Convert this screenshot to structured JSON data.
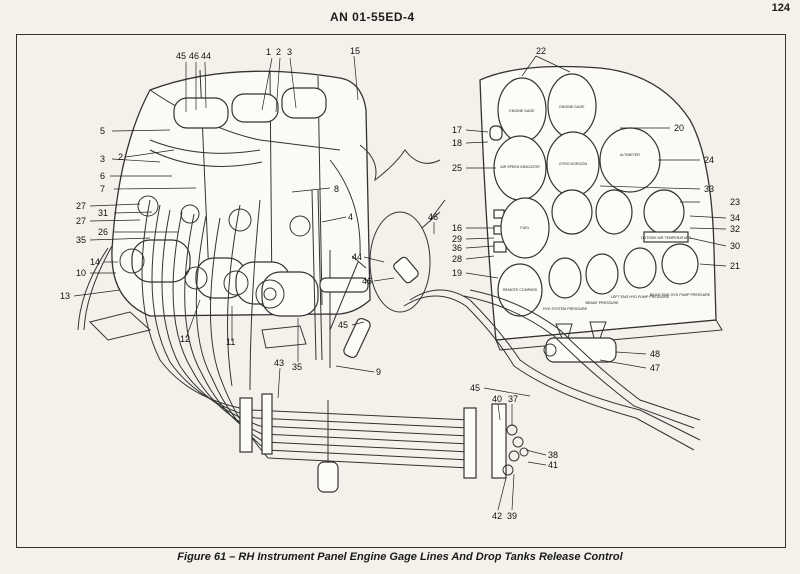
{
  "document": {
    "id": "AN 01-55ED-4",
    "page_number": "124",
    "caption": "Figure 61 – RH Instrument Panel Engine Gage Lines And Drop Tanks Release Control"
  },
  "gauges": [
    {
      "label": "ENGINE GAGE"
    },
    {
      "label": "ENGINE GAGE"
    },
    {
      "label": "AIR SPEED INDICATOR"
    },
    {
      "label": "GYRO HORIZON"
    },
    {
      "label": "ALTIMETER"
    },
    {
      "label": "FUEL"
    },
    {
      "label": "REMOTE COMPASS"
    },
    {
      "label": "HYD SYSTEM PRESSURE"
    },
    {
      "label": "BRAKE PRESSURE"
    },
    {
      "label": "LEFT ENG HYD PUMP PRESSURE"
    },
    {
      "label": "RIGHT ENG HYD PUMP PRESSURE"
    }
  ],
  "placard": "OUTSIDE AIR TEMPERATURE",
  "callouts": [
    {
      "text": "45"
    },
    {
      "text": "46"
    },
    {
      "text": "44"
    },
    {
      "text": "1"
    },
    {
      "text": "2"
    },
    {
      "text": "3"
    },
    {
      "text": "15"
    },
    {
      "text": "5"
    },
    {
      "text": "2"
    },
    {
      "text": "3"
    },
    {
      "text": "6"
    },
    {
      "text": "7"
    },
    {
      "text": "8"
    },
    {
      "text": "27"
    },
    {
      "text": "31"
    },
    {
      "text": "27"
    },
    {
      "text": "26"
    },
    {
      "text": "35"
    },
    {
      "text": "14"
    },
    {
      "text": "10"
    },
    {
      "text": "13"
    },
    {
      "text": "4"
    },
    {
      "text": "12"
    },
    {
      "text": "11"
    },
    {
      "text": "35"
    },
    {
      "text": "9"
    },
    {
      "text": "43"
    },
    {
      "text": "46"
    },
    {
      "text": "44"
    },
    {
      "text": "46"
    },
    {
      "text": "45"
    },
    {
      "text": "22"
    },
    {
      "text": "17"
    },
    {
      "text": "18"
    },
    {
      "text": "20"
    },
    {
      "text": "25"
    },
    {
      "text": "24"
    },
    {
      "text": "33"
    },
    {
      "text": "23"
    },
    {
      "text": "34"
    },
    {
      "text": "32"
    },
    {
      "text": "16"
    },
    {
      "text": "29"
    },
    {
      "text": "36"
    },
    {
      "text": "30"
    },
    {
      "text": "28"
    },
    {
      "text": "21"
    },
    {
      "text": "19"
    },
    {
      "text": "48"
    },
    {
      "text": "47"
    },
    {
      "text": "45"
    },
    {
      "text": "40"
    },
    {
      "text": "37"
    },
    {
      "text": "38"
    },
    {
      "text": "41"
    },
    {
      "text": "42"
    },
    {
      "text": "39"
    }
  ]
}
